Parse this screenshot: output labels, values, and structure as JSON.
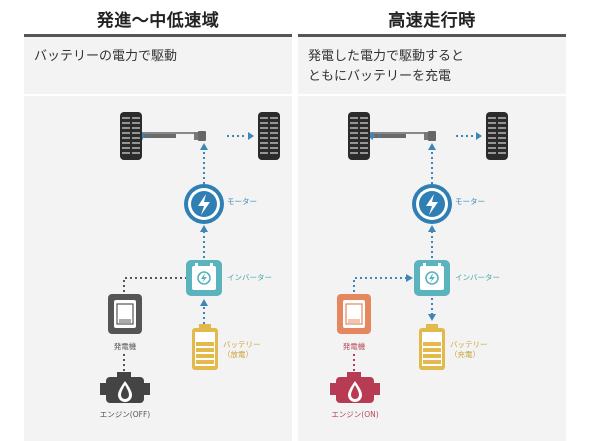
{
  "left_panel": {
    "title": "発進〜中低速域",
    "description_lines": [
      "バッテリーの電力で駆動"
    ],
    "motor_label": "モーター",
    "inverter_label": "インバーター",
    "battery_label_1": "バッテリー",
    "battery_label_2": "（放電）",
    "generator_label": "発電機",
    "engine_label": "エンジン(OFF)"
  },
  "right_panel": {
    "title": "高速走行時",
    "description_lines": [
      "発電した電力で駆動すると",
      "ともにバッテリーを充電"
    ],
    "motor_label": "モーター",
    "inverter_label": "インバーター",
    "battery_label_1": "バッテリー",
    "battery_label_2": "（充電）",
    "generator_label": "発電機",
    "engine_label": "エンジン(ON)"
  },
  "colors": {
    "arrow_blue": "#3d86b8",
    "motor_ring": "#2f7fb4",
    "inverter": "#5ab3bd",
    "battery": "#e2b94a",
    "generator_off": "#555555",
    "engine_off": "#444444",
    "generator_on": "#e4875f",
    "engine_on": "#b73b52",
    "tire": "#2b2b2b"
  }
}
